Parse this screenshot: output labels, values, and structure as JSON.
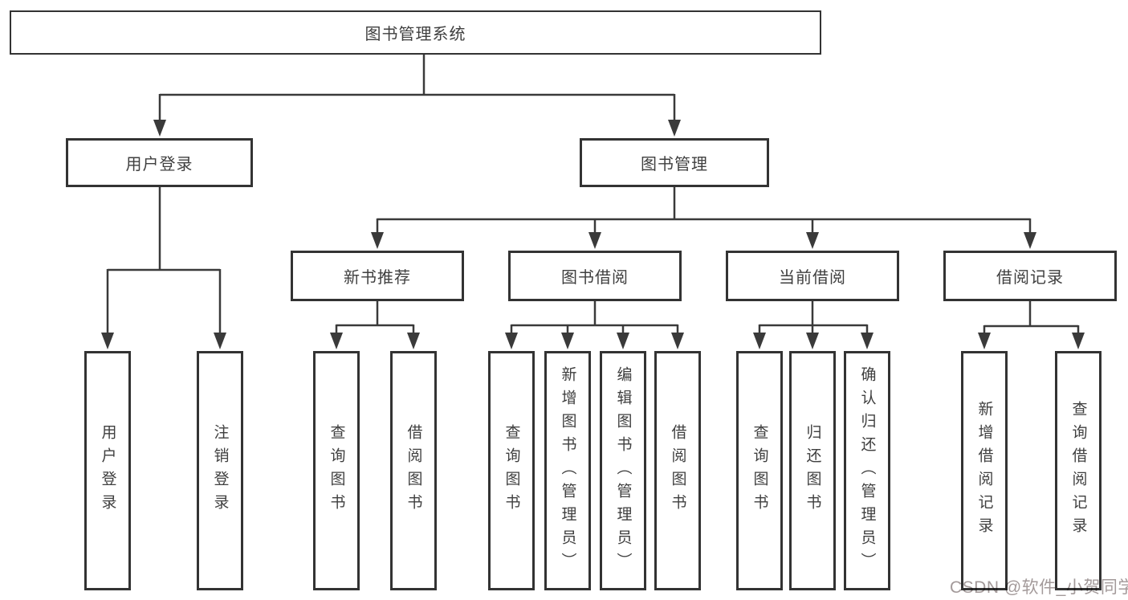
{
  "diagram": {
    "root": {
      "label": "图书管理系统"
    },
    "branches": [
      {
        "label": "用户登录",
        "children": [
          {
            "label": "用户登录"
          },
          {
            "label": "注销登录"
          }
        ]
      },
      {
        "label": "图书管理",
        "groups": [
          {
            "label": "新书推荐",
            "children": [
              {
                "label": "查询图书"
              },
              {
                "label": "借阅图书"
              }
            ]
          },
          {
            "label": "图书借阅",
            "children": [
              {
                "label": "查询图书"
              },
              {
                "label": "新增图书（管理员）"
              },
              {
                "label": "编辑图书（管理员）"
              },
              {
                "label": "借阅图书"
              }
            ]
          },
          {
            "label": "当前借阅",
            "children": [
              {
                "label": "查询图书"
              },
              {
                "label": "归还图书"
              },
              {
                "label": "确认归还（管理员）"
              }
            ]
          },
          {
            "label": "借阅记录",
            "children": [
              {
                "label": "新增借阅记录"
              },
              {
                "label": "查询借阅记录"
              }
            ]
          }
        ]
      }
    ]
  },
  "watermark": {
    "text": "CSDN @软件_小贺同学"
  },
  "colors": {
    "line": "#3a3a3a",
    "border": "#333333",
    "text": "#3f3f3f",
    "watermark": "#a39a9a",
    "background": "#ffffff"
  }
}
